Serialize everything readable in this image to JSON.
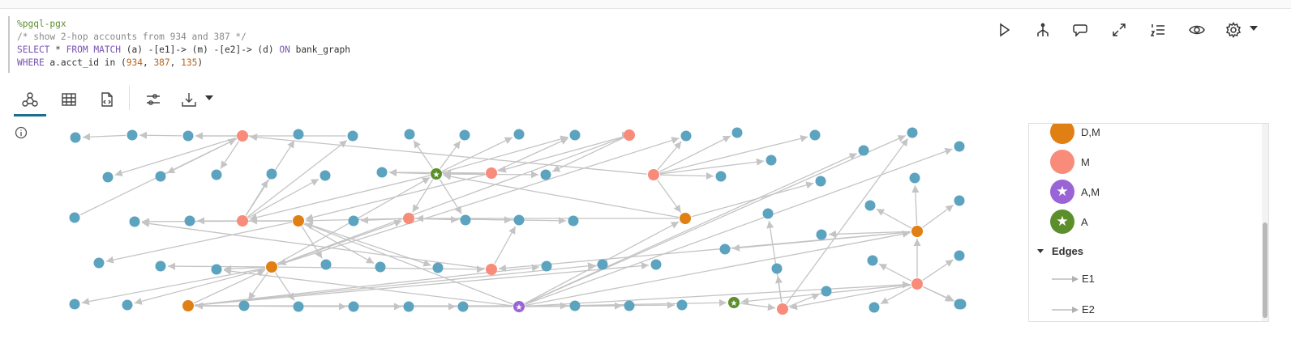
{
  "editor": {
    "magic": "%pgql-pgx",
    "comment": "/* show 2-hop accounts from 934 and 387 */",
    "kw_select": "SELECT",
    "kw_from": "FROM",
    "kw_match": "MATCH",
    "pattern": " (a) -[e1]-> (m) -[e2]-> (d) ",
    "kw_on": "ON",
    "graph_name": " bank_graph",
    "kw_where": "WHERE",
    "where_prefix": " a.acct_id in (",
    "n1": "934",
    "n2": "387",
    "n3": "135",
    "where_suffix": ")",
    "comma": ", ",
    "star": " * "
  },
  "toolbar": {
    "icons": [
      "run-icon",
      "graph-structure-icon",
      "comment-icon",
      "expand-icon",
      "ordered-list-icon",
      "eye-icon",
      "gear-icon"
    ]
  },
  "view_tabs": {
    "icons": [
      "graph-view-icon",
      "table-view-icon",
      "code-view-icon",
      "settings-sliders-icon",
      "download-icon"
    ],
    "active": "graph-view-icon"
  },
  "colors": {
    "default_node": "#5ba3bf",
    "m": "#f88b7a",
    "dm": "#e07f14",
    "am": "#9a63d6",
    "a": "#5b8f2c",
    "edge": "#c4c4c4"
  },
  "legend": {
    "nodes": [
      {
        "label": "D,M",
        "color": "#e07f14",
        "icon": ""
      },
      {
        "label": "M",
        "color": "#f88b7a",
        "icon": ""
      },
      {
        "label": "A,M",
        "color": "#9a63d6",
        "icon": "★"
      },
      {
        "label": "A",
        "color": "#5b8f2c",
        "icon": "★"
      }
    ],
    "edges_title": "Edges",
    "edges": [
      {
        "label": "E1"
      },
      {
        "label": "E2"
      }
    ]
  },
  "graph": {
    "nodes": [
      {
        "id": 0,
        "t": "n"
      },
      {
        "id": 1,
        "t": "n"
      },
      {
        "id": 2,
        "t": "n"
      },
      {
        "id": 3,
        "t": "m"
      },
      {
        "id": 4,
        "t": "n"
      },
      {
        "id": 5,
        "t": "n"
      },
      {
        "id": 6,
        "t": "n"
      },
      {
        "id": 7,
        "t": "n"
      },
      {
        "id": 8,
        "t": "n"
      },
      {
        "id": 9,
        "t": "m"
      },
      {
        "id": 10,
        "t": "n"
      },
      {
        "id": 11,
        "t": "n"
      },
      {
        "id": 12,
        "t": "n"
      },
      {
        "id": 13,
        "t": "n"
      },
      {
        "id": 14,
        "t": "n"
      },
      {
        "id": 15,
        "t": "n"
      },
      {
        "id": 16,
        "t": "n"
      },
      {
        "id": 17,
        "t": "n"
      },
      {
        "id": 18,
        "t": "a"
      },
      {
        "id": 19,
        "t": "m"
      },
      {
        "id": 20,
        "t": "n"
      },
      {
        "id": 21,
        "t": "n"
      },
      {
        "id": 22,
        "t": "m"
      },
      {
        "id": 23,
        "t": "n"
      },
      {
        "id": 24,
        "t": "n"
      },
      {
        "id": 25,
        "t": "n"
      },
      {
        "id": 26,
        "t": "n"
      },
      {
        "id": 27,
        "t": "n"
      },
      {
        "id": 28,
        "t": "m"
      },
      {
        "id": 29,
        "t": "dm"
      },
      {
        "id": 30,
        "t": "n"
      },
      {
        "id": 31,
        "t": "m"
      },
      {
        "id": 32,
        "t": "n"
      },
      {
        "id": 33,
        "t": "n"
      },
      {
        "id": 34,
        "t": "n"
      },
      {
        "id": 35,
        "t": "n"
      },
      {
        "id": 36,
        "t": "dm"
      },
      {
        "id": 37,
        "t": "n"
      },
      {
        "id": 38,
        "t": "n"
      },
      {
        "id": 39,
        "t": "n"
      },
      {
        "id": 40,
        "t": "n"
      },
      {
        "id": 41,
        "t": "n"
      },
      {
        "id": 42,
        "t": "n"
      },
      {
        "id": 43,
        "t": "dm"
      },
      {
        "id": 44,
        "t": "n"
      },
      {
        "id": 45,
        "t": "n"
      },
      {
        "id": 46,
        "t": "n"
      },
      {
        "id": 47,
        "t": "n"
      },
      {
        "id": 48,
        "t": "m"
      },
      {
        "id": 49,
        "t": "n"
      },
      {
        "id": 50,
        "t": "n"
      },
      {
        "id": 51,
        "t": "n"
      },
      {
        "id": 52,
        "t": "n"
      },
      {
        "id": 53,
        "t": "n"
      },
      {
        "id": 54,
        "t": "n"
      },
      {
        "id": 55,
        "t": "dm"
      },
      {
        "id": 56,
        "t": "n"
      },
      {
        "id": 57,
        "t": "n"
      },
      {
        "id": 58,
        "t": "n"
      },
      {
        "id": 59,
        "t": "n"
      },
      {
        "id": 60,
        "t": "n"
      },
      {
        "id": 61,
        "t": "am"
      },
      {
        "id": 62,
        "t": "n"
      },
      {
        "id": 63,
        "t": "n"
      },
      {
        "id": 64,
        "t": "n"
      },
      {
        "id": 65,
        "t": "a"
      },
      {
        "id": 66,
        "t": "m"
      },
      {
        "id": 67,
        "t": "n"
      },
      {
        "id": 68,
        "t": "n"
      },
      {
        "id": 69,
        "t": "n"
      },
      {
        "id": 70,
        "t": "dm"
      },
      {
        "id": 71,
        "t": "n"
      },
      {
        "id": 72,
        "t": "n"
      },
      {
        "id": 73,
        "t": "n"
      },
      {
        "id": 74,
        "t": "n"
      },
      {
        "id": 75,
        "t": "n"
      },
      {
        "id": 76,
        "t": "m"
      },
      {
        "id": 77,
        "t": "n"
      },
      {
        "id": 78,
        "t": "n"
      },
      {
        "id": 79,
        "t": "n"
      },
      {
        "id": 80,
        "t": "n"
      },
      {
        "id": 81,
        "t": "n"
      }
    ],
    "edges": [
      [
        1,
        0
      ],
      [
        2,
        1
      ],
      [
        3,
        2
      ],
      [
        3,
        4
      ],
      [
        3,
        5
      ],
      [
        3,
        6
      ],
      [
        8,
        2
      ],
      [
        9,
        8
      ],
      [
        9,
        7
      ],
      [
        9,
        11
      ],
      [
        9,
        10
      ],
      [
        12,
        3
      ],
      [
        19,
        18
      ],
      [
        22,
        19
      ],
      [
        22,
        17
      ],
      [
        28,
        3
      ],
      [
        28,
        24
      ],
      [
        28,
        26
      ],
      [
        28,
        27
      ],
      [
        28,
        25
      ],
      [
        28,
        23
      ],
      [
        28,
        29
      ],
      [
        29,
        30
      ],
      [
        18,
        13
      ],
      [
        18,
        14
      ],
      [
        18,
        15
      ],
      [
        18,
        16
      ],
      [
        18,
        20
      ],
      [
        18,
        21
      ],
      [
        18,
        9
      ],
      [
        18,
        31
      ],
      [
        19,
        16
      ],
      [
        19,
        20
      ],
      [
        22,
        21
      ],
      [
        18,
        32
      ],
      [
        31,
        32
      ],
      [
        31,
        33
      ],
      [
        31,
        34
      ],
      [
        31,
        35
      ],
      [
        31,
        36
      ],
      [
        36,
        37
      ],
      [
        36,
        38
      ],
      [
        36,
        39
      ],
      [
        36,
        40
      ],
      [
        36,
        41
      ],
      [
        36,
        9
      ],
      [
        36,
        42
      ],
      [
        43,
        44
      ],
      [
        43,
        46
      ],
      [
        43,
        47
      ],
      [
        43,
        48
      ],
      [
        43,
        49
      ],
      [
        43,
        31
      ],
      [
        43,
        50
      ],
      [
        43,
        45
      ],
      [
        43,
        23
      ],
      [
        43,
        18
      ],
      [
        55,
        56
      ],
      [
        55,
        57
      ],
      [
        55,
        54
      ],
      [
        55,
        53
      ],
      [
        55,
        52
      ],
      [
        55,
        51
      ],
      [
        55,
        43
      ],
      [
        55,
        58
      ],
      [
        61,
        60
      ],
      [
        61,
        59
      ],
      [
        61,
        62
      ],
      [
        61,
        63
      ],
      [
        61,
        64
      ],
      [
        61,
        65
      ],
      [
        61,
        70
      ],
      [
        61,
        76
      ],
      [
        61,
        36
      ],
      [
        61,
        29
      ],
      [
        61,
        55
      ],
      [
        61,
        45
      ],
      [
        65,
        66
      ],
      [
        66,
        68
      ],
      [
        66,
        67
      ],
      [
        66,
        63
      ],
      [
        66,
        69
      ],
      [
        70,
        71
      ],
      [
        70,
        72
      ],
      [
        70,
        73
      ],
      [
        70,
        74
      ],
      [
        70,
        75
      ],
      [
        76,
        70
      ],
      [
        76,
        77
      ],
      [
        76,
        78
      ],
      [
        76,
        79
      ],
      [
        76,
        80
      ],
      [
        76,
        81
      ],
      [
        76,
        66
      ],
      [
        29,
        31
      ],
      [
        29,
        18
      ],
      [
        19,
        36
      ],
      [
        22,
        43
      ],
      [
        48,
        34
      ],
      [
        48,
        37
      ],
      [
        70,
        48
      ],
      [
        76,
        65
      ]
    ]
  }
}
